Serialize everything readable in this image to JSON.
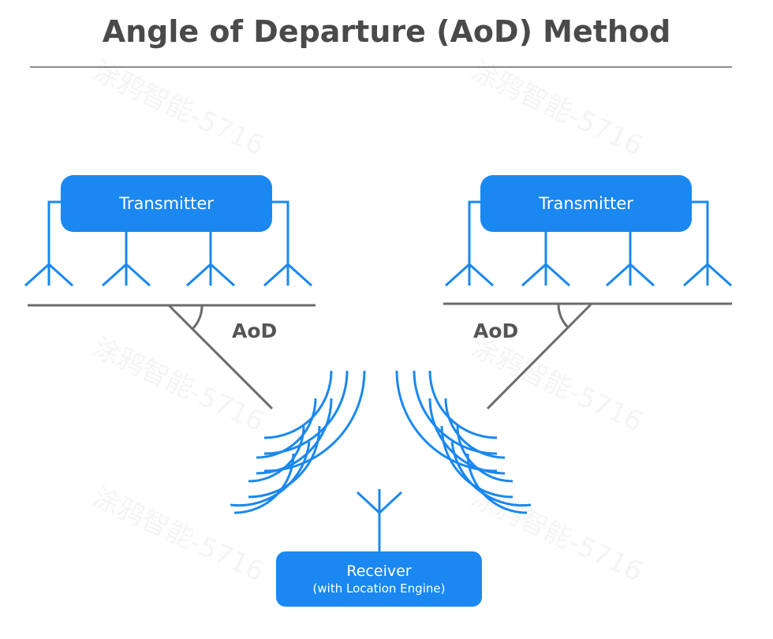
{
  "title": "Angle of Departure (AoD) Method",
  "colors": {
    "accent": "#1a88f0",
    "text": "#4a4a4a",
    "line": "#6b6b6b"
  },
  "transmitters": [
    {
      "label": "Transmitter",
      "antenna_count": 4
    },
    {
      "label": "Transmitter",
      "antenna_count": 4
    }
  ],
  "angle_labels": [
    "AoD",
    "AoD"
  ],
  "receiver": {
    "label": "Receiver",
    "sublabel": "(with Location Engine)"
  },
  "watermark": "涂鸦智能-5716"
}
